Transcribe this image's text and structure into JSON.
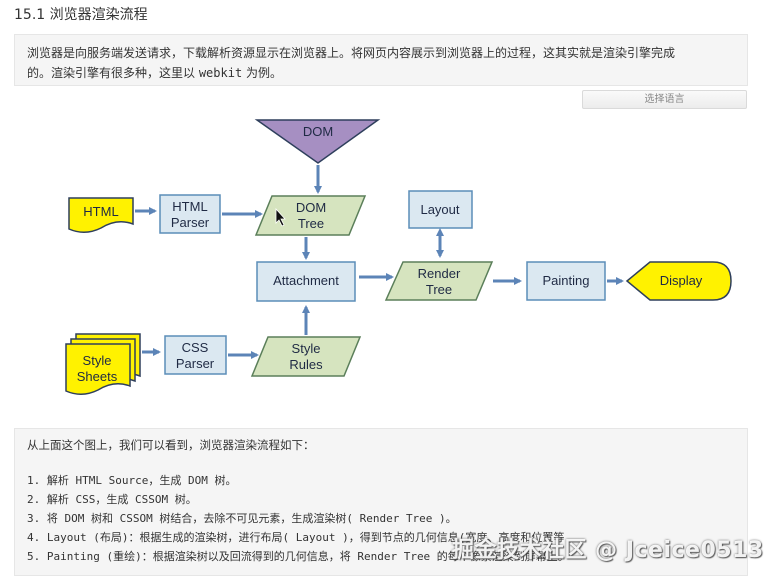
{
  "section_title": "15.1 浏览器渲染流程",
  "intro": {
    "line1": "浏览器是向服务端发送请求，下载解析资源显示在浏览器上。将网页内容展示到浏览器上的过程，这其实就是渲染引擎完成",
    "line2_a": "的。渲染引擎有很多种，这里以 ",
    "line2_code": "webkit",
    "line2_b": " 为例。"
  },
  "language_button": "选择语言",
  "diagram": {
    "dom": "DOM",
    "html": "HTML",
    "html_parser_1": "HTML",
    "html_parser_2": "Parser",
    "dom_tree_1": "DOM",
    "dom_tree_2": "Tree",
    "layout": "Layout",
    "attachment": "Attachment",
    "render_tree_1": "Render",
    "render_tree_2": "Tree",
    "painting": "Painting",
    "display": "Display",
    "style_sheets_1": "Style",
    "style_sheets_2": "Sheets",
    "css_parser_1": "CSS",
    "css_parser_2": "Parser",
    "style_rules_1": "Style",
    "style_rules_2": "Rules"
  },
  "colors": {
    "box_blue": "#dbe8f1",
    "box_border": "#5b8db8",
    "parallelogram_green": "#d6e4bf",
    "triangle_purple": "#a68fc2",
    "document_yellow": "#fff200",
    "arrow": "#5c84b7"
  },
  "steps": {
    "intro": "从上面这个图上，我们可以看到，浏览器渲染流程如下：",
    "items": [
      "1. 解析 HTML Source，生成 DOM 树。",
      "2. 解析 CSS，生成 CSSOM 树。",
      "3. 将 DOM 树和 CSSOM 树结合，去除不可见元素，生成渲染树( Render Tree )。",
      "4. Layout (布局)：根据生成的渲染树，进行布局( Layout )，得到节点的几何信息(宽度、高度和位置等",
      "5. Painting (重绘)：根据渲染树以及回流得到的几何信息，将 Render Tree 的每个像素渲染到屏幕上。"
    ]
  },
  "watermark": "掘金技术社区 @ Jceice0513"
}
